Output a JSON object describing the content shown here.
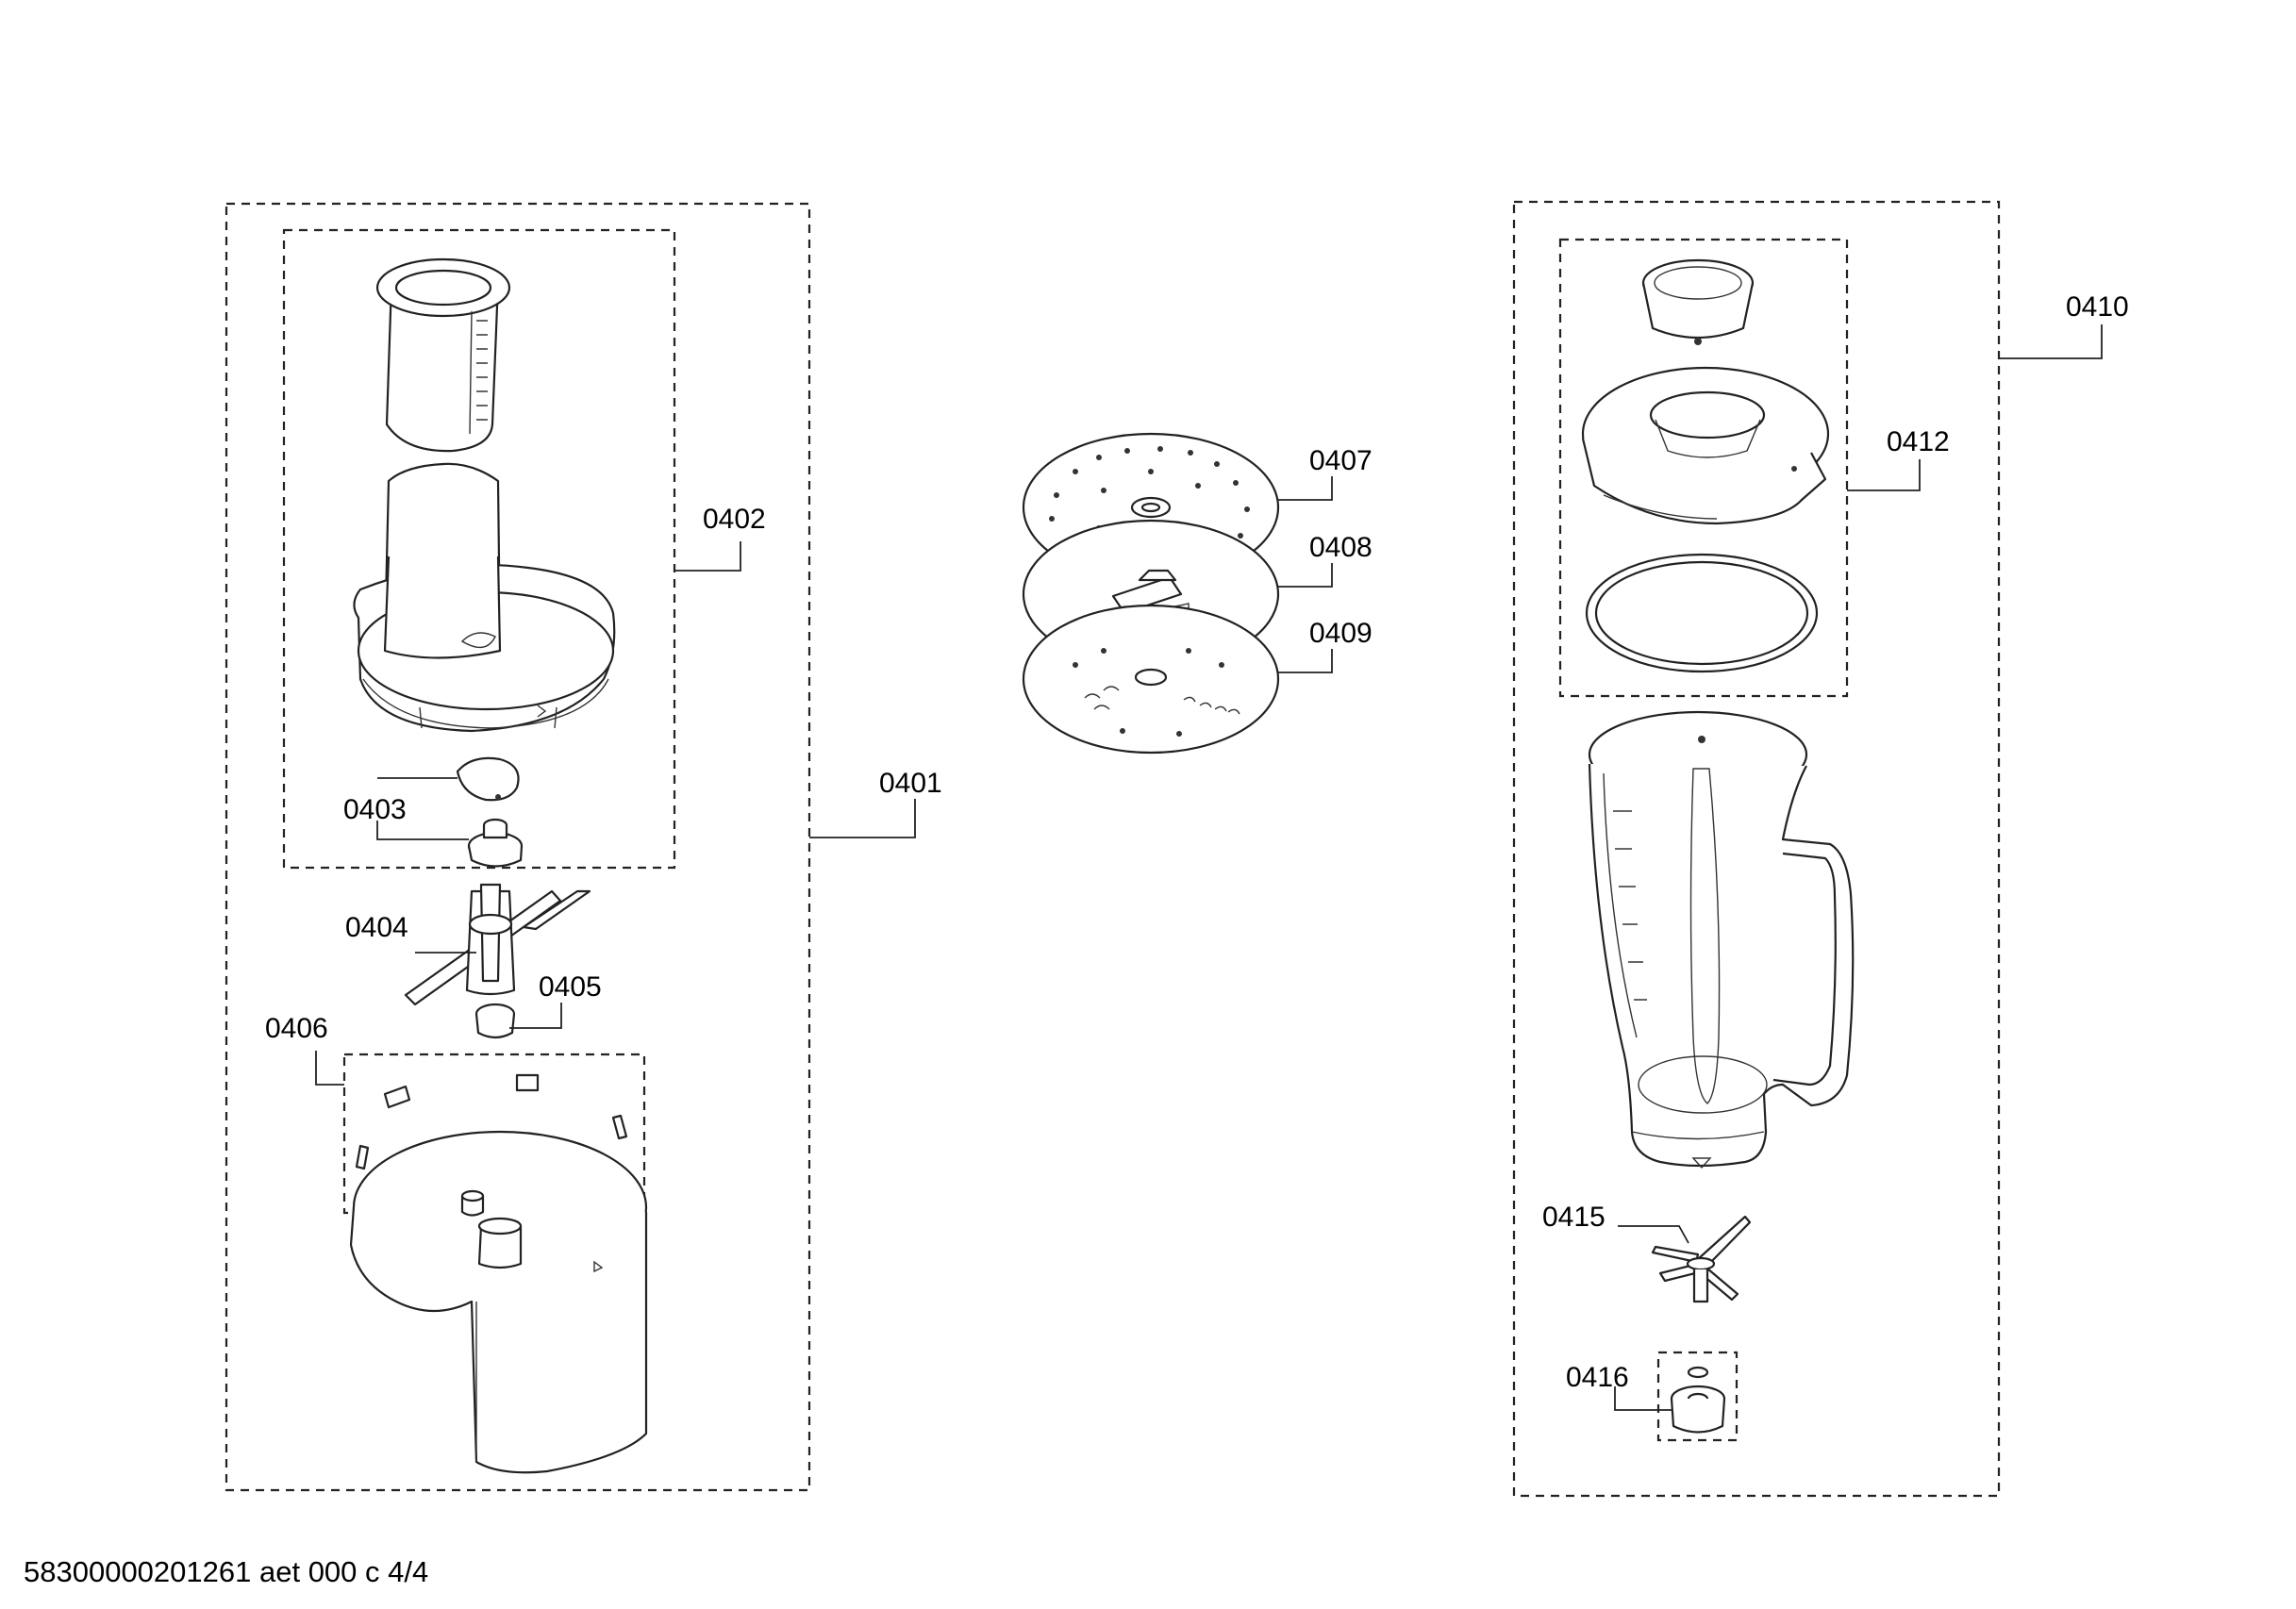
{
  "labels": {
    "p0401": "0401",
    "p0402": "0402",
    "p0403": "0403",
    "p0404": "0404",
    "p0405": "0405",
    "p0406": "0406",
    "p0407": "0407",
    "p0408": "0408",
    "p0409": "0409",
    "p0410": "0410",
    "p0412": "0412",
    "p0415": "0415",
    "p0416": "0416"
  },
  "footer": "58300000201261 aet 000 c 4/4"
}
